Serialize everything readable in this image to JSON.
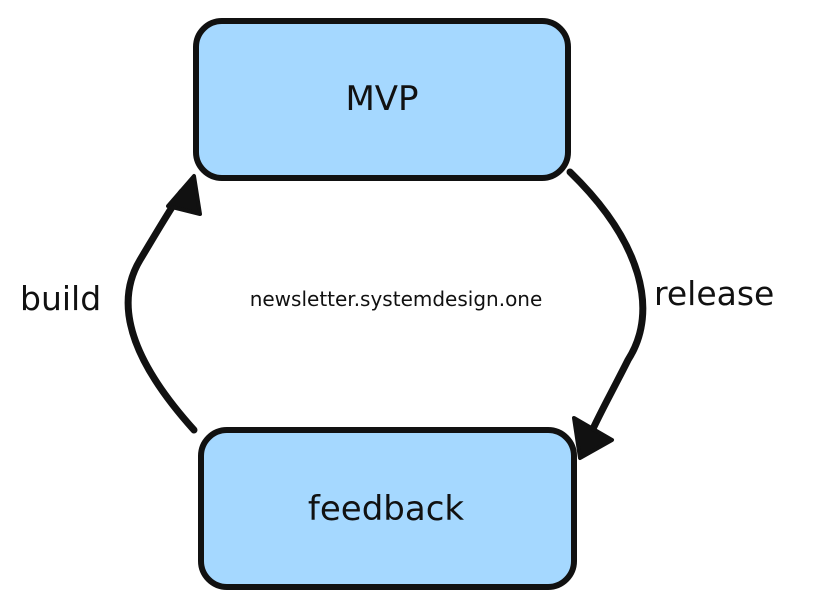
{
  "nodes": {
    "top": {
      "label": "MVP"
    },
    "bottom": {
      "label": "feedback"
    }
  },
  "edges": {
    "left": {
      "label": "build"
    },
    "right": {
      "label": "release"
    }
  },
  "watermark": "newsletter.systemdesign.one",
  "colors": {
    "node_fill": "#a5d8ff",
    "stroke": "#111111",
    "background": "#ffffff"
  }
}
